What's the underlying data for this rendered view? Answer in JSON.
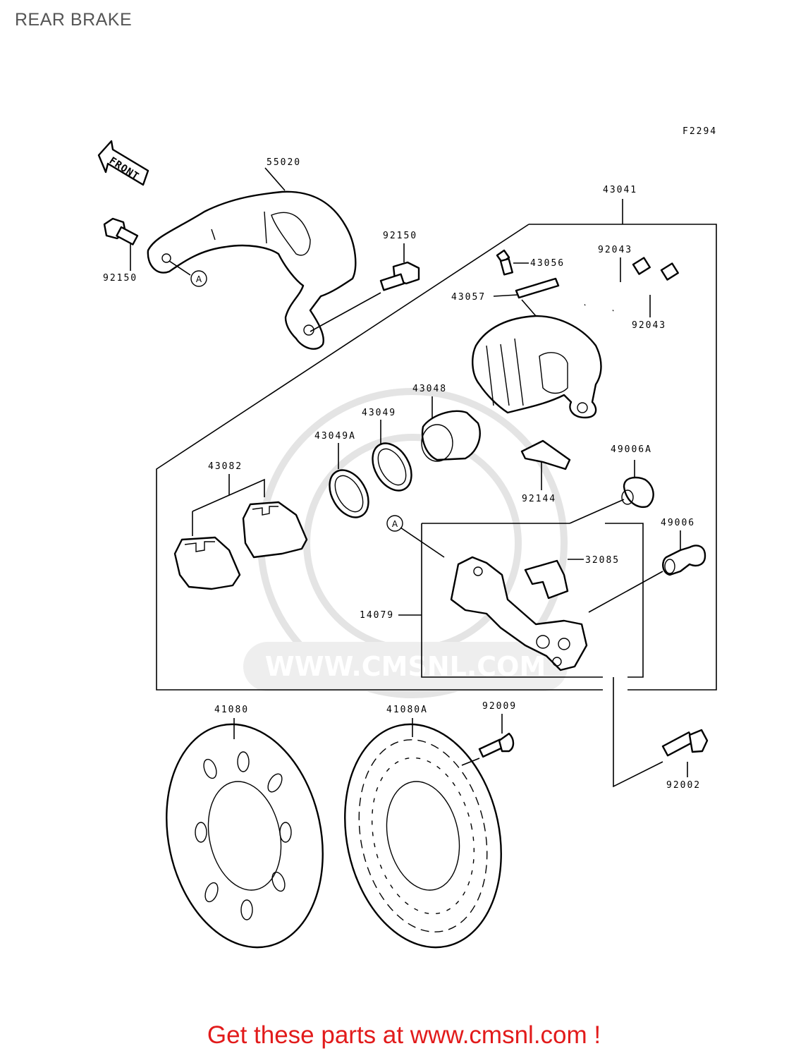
{
  "page": {
    "title": "REAR BRAKE",
    "figure_code": "F2294"
  },
  "front_arrow": {
    "label": "FRONT"
  },
  "parts": [
    {
      "ref": "55020"
    },
    {
      "ref": "92150"
    },
    {
      "ref": "92150"
    },
    {
      "ref": "43041"
    },
    {
      "ref": "43056"
    },
    {
      "ref": "43057"
    },
    {
      "ref": "92043"
    },
    {
      "ref": "92043"
    },
    {
      "ref": "43048"
    },
    {
      "ref": "43049"
    },
    {
      "ref": "43049A"
    },
    {
      "ref": "43082"
    },
    {
      "ref": "49006A"
    },
    {
      "ref": "92144"
    },
    {
      "ref": "49006"
    },
    {
      "ref": "32085"
    },
    {
      "ref": "14079"
    },
    {
      "ref": "41080"
    },
    {
      "ref": "41080A"
    },
    {
      "ref": "92009"
    },
    {
      "ref": "92002"
    }
  ],
  "markers": [
    {
      "label": "A"
    },
    {
      "label": "A"
    }
  ],
  "watermark": {
    "text": "WWW.CMSNL.COM"
  },
  "footer": {
    "cta": "Get these parts at www.cmsnl.com !",
    "cta_color": "#e21b1b"
  }
}
